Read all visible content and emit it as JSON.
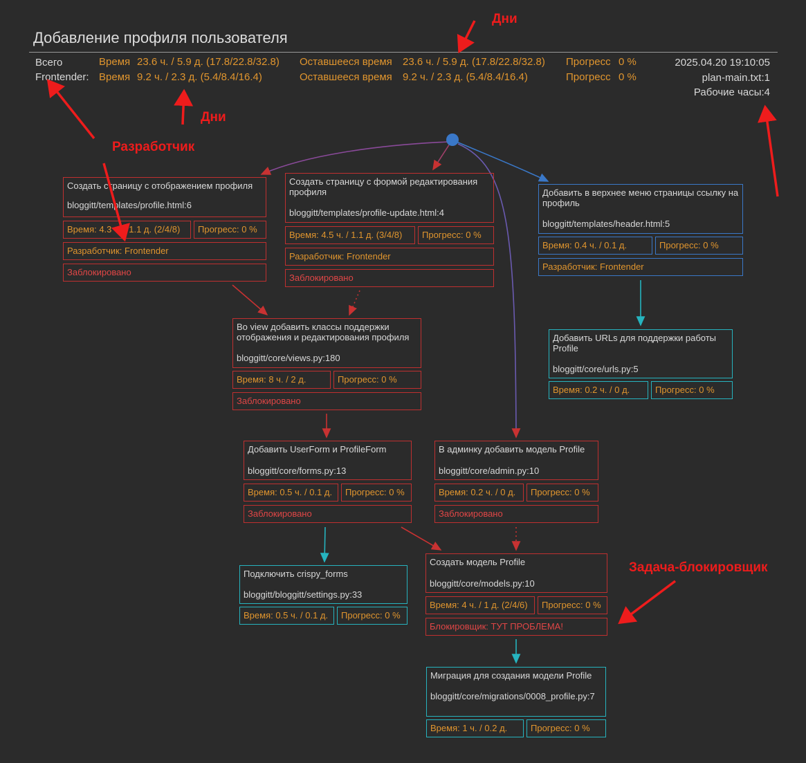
{
  "header": {
    "title": "Добавление профиля пользователя",
    "timestamp": "2025.04.20 19:10:05",
    "plan_file": "plan-main.txt:1",
    "work_hours": "Рабочие часы:4"
  },
  "summary": [
    {
      "label": "Всего",
      "time_label": "Время",
      "time_value": "23.6 ч. / 5.9 д. (17.8/22.8/32.8)",
      "remaining_label": "Оставшееся время",
      "remaining_value": "23.6 ч. / 5.9 д. (17.8/22.8/32.8)",
      "progress_label": "Прогресс",
      "progress_value": "0 %"
    },
    {
      "label": "Frontender:",
      "time_label": "Время",
      "time_value": "9.2 ч. / 2.3 д. (5.4/8.4/16.4)",
      "remaining_label": "Оставшееся время",
      "remaining_value": "9.2 ч. / 2.3 д. (5.4/8.4/16.4)",
      "progress_label": "Прогресс",
      "progress_value": "0 %"
    }
  ],
  "tasks": {
    "profile_page": {
      "title": "Создать страницу с отображением профиля",
      "file": "bloggitt/templates/profile.html:6",
      "time": "Время: 4.3 ч. / 1.1 д. (2/4/8)",
      "progress": "Прогресс: 0 %",
      "developer": "Разработчик: Frontender",
      "status": "Заблокировано"
    },
    "profile_update": {
      "title": "Создать страницу с формой редактирования профиля",
      "file": "bloggitt/templates/profile-update.html:4",
      "time": "Время: 4.5 ч. / 1.1 д. (3/4/8)",
      "progress": "Прогресс: 0 %",
      "developer": "Разработчик: Frontender",
      "status": "Заблокировано"
    },
    "header_link": {
      "title": "Добавить в верхнее меню страницы ссылку на профиль",
      "file": "bloggitt/templates/header.html:5",
      "time": "Время: 0.4 ч. / 0.1 д.",
      "progress": "Прогресс: 0 %",
      "developer": "Разработчик: Frontender"
    },
    "views": {
      "title": "Во view добавить классы поддержки отображения и редактирования профиля",
      "file": "bloggitt/core/views.py:180",
      "time": "Время: 8 ч. / 2 д.",
      "progress": "Прогресс: 0 %",
      "status": "Заблокировано"
    },
    "urls": {
      "title": "Добавить URLs для поддержки работы Profile",
      "file": "bloggitt/core/urls.py:5",
      "time": "Время: 0.2 ч. / 0 д.",
      "progress": "Прогресс: 0 %"
    },
    "forms": {
      "title": "Добавить UserForm и ProfileForm",
      "file": "bloggitt/core/forms.py:13",
      "time": "Время: 0.5 ч. / 0.1 д.",
      "progress": "Прогресс: 0 %",
      "status": "Заблокировано"
    },
    "admin": {
      "title": "В админку добавить модель Profile",
      "file": "bloggitt/core/admin.py:10",
      "time": "Время: 0.2 ч. / 0 д.",
      "progress": "Прогресс: 0 %",
      "status": "Заблокировано"
    },
    "crispy": {
      "title": "Подключить crispy_forms",
      "file": "bloggitt/bloggitt/settings.py:33",
      "time": "Время: 0.5 ч. / 0.1 д.",
      "progress": "Прогресс: 0 %"
    },
    "model": {
      "title": "Создать модель Profile",
      "file": "bloggitt/core/models.py:10",
      "time": "Время: 4 ч. / 1 д. (2/4/6)",
      "progress": "Прогресс: 0 %",
      "blocker": "Блокировщик: ТУТ ПРОБЛЕМА!"
    },
    "migration": {
      "title": "Миграция для создания модели Profile",
      "file": "bloggitt/core/migrations/0008_profile.py:7",
      "time": "Время: 1 ч. / 0.2 д.",
      "progress": "Прогресс: 0 %"
    }
  },
  "annotations": {
    "days_top": "Дни",
    "days_mid": "Дни",
    "developer": "Разработчик",
    "blocker_task": "Задача-блокировщик"
  },
  "colors": {
    "background": "#2b2b2b",
    "orange": "#e0952e",
    "red_border": "#c03030",
    "blue_border": "#3a78c8",
    "teal_border": "#26b4bf",
    "annotation": "#ee1c1c"
  }
}
